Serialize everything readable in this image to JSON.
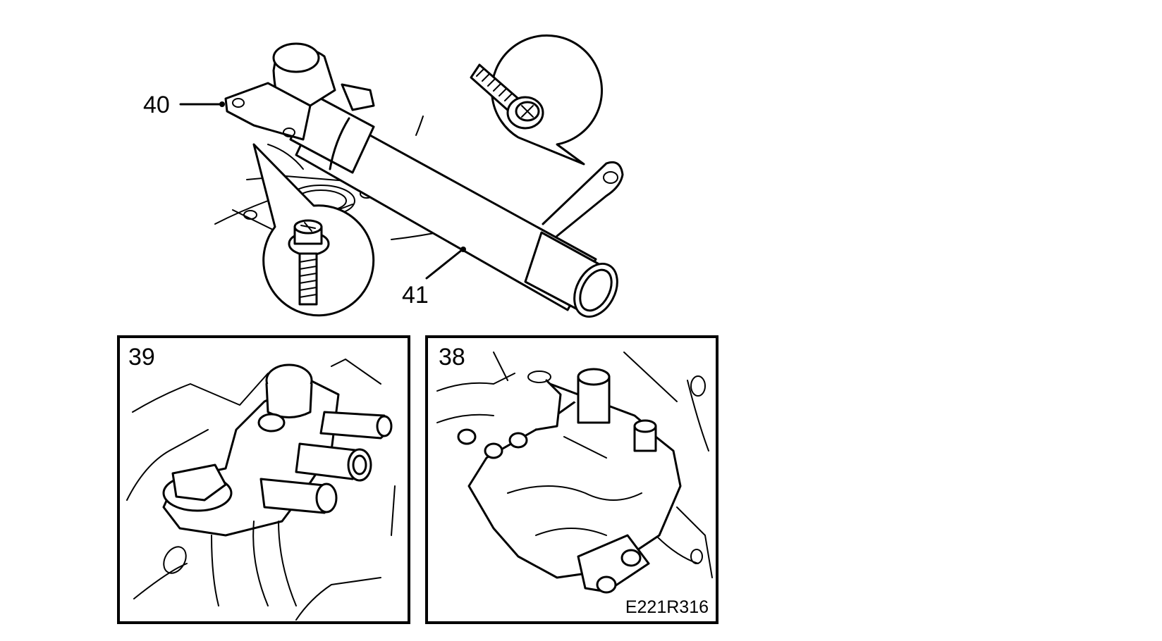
{
  "labels": {
    "part_40": "40",
    "part_41": "41",
    "panel_39": "39",
    "panel_38": "38"
  },
  "drawing_code": "E221R316"
}
